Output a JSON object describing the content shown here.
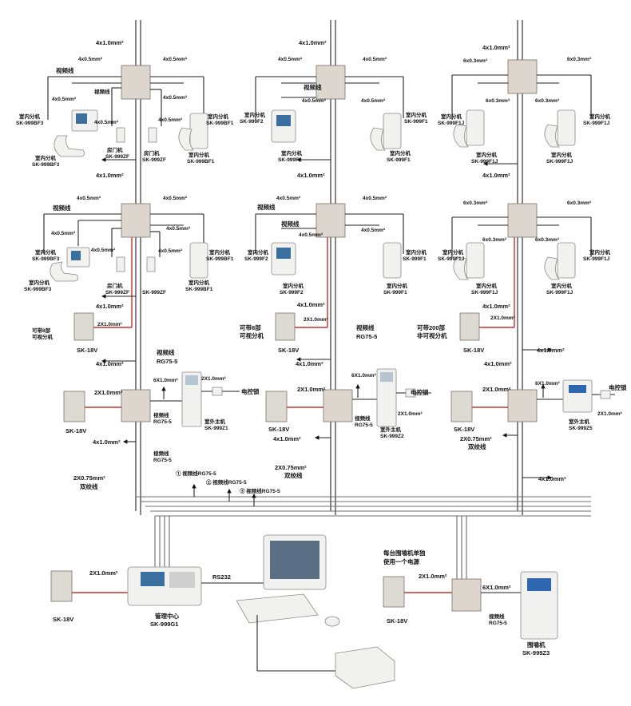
{
  "labels": {
    "cable_4x1": "4x1.0mm²",
    "cable_4x05": "4x0.5mm²",
    "cable_6x03": "6x0.3mm²",
    "cable_2x1": "2X1.0mm²",
    "cable_6x1": "6X1.0mm²",
    "cable_2x075": "2X0.75mm²",
    "twisted": "双绞线",
    "video_line": "视频线",
    "rg75": "RG75-5",
    "indoor_unit": "室内分机",
    "door_unit": "房门机",
    "outdoor_unit": "室外主机",
    "lock": "电控锁",
    "psu": "SK-18V",
    "carry_video": "可带8部\n可视分机",
    "carry_nonvideo": "可带200部\n非可视分机",
    "video1": "① 视频线RG75-5",
    "video2": "② 视频线RG75-5",
    "video3": "③ 视频线RG75-5",
    "mgmt": "管理中心",
    "mgmt_model": "SK-999G1",
    "rs232": "RS232",
    "note": "每台围墙机单独\n使用一个电源",
    "wall": "围墙机",
    "wall_model": "SK-999Z3"
  },
  "models": {
    "bf3": "SK-999BF3",
    "bf1": "SK-999BF1",
    "zf": "SK-999ZF",
    "f2": "SK-999F2",
    "f1": "SK-999F1",
    "f1j": "SK-999F1J",
    "z1": "SK-999Z1",
    "z2": "SK-999Z2",
    "z5": "SK-999Z5"
  }
}
